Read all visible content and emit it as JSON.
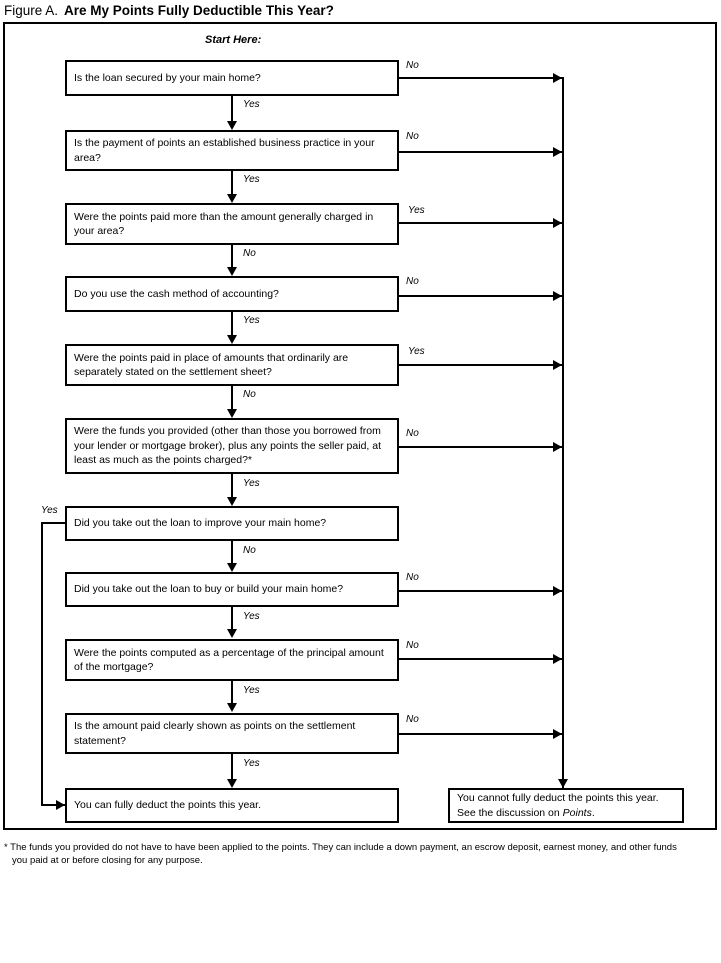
{
  "figure": {
    "label": "Figure A.",
    "title": "Are My Points Fully Deductible This Year?"
  },
  "start_label": "Start Here:",
  "nodes": [
    {
      "id": "q1",
      "text": "Is the loan secured by your main home?"
    },
    {
      "id": "q2",
      "text": "Is the payment of points an established business practice in your area?"
    },
    {
      "id": "q3",
      "text": "Were the points paid more than the amount generally charged in your area?"
    },
    {
      "id": "q4",
      "text": "Do you use the cash method of accounting?"
    },
    {
      "id": "q5",
      "text": "Were the points paid in place of amounts that ordinarily are separately stated on the settlement sheet?"
    },
    {
      "id": "q6",
      "text": "Were the funds you provided (other than those you borrowed from your lender or mortgage broker), plus any points the seller paid, at least as much as the points charged?*"
    },
    {
      "id": "q7",
      "text": "Did you take out the loan to improve your main home?"
    },
    {
      "id": "q8",
      "text": "Did you take out the loan to buy or build your main home?"
    },
    {
      "id": "q9",
      "text": "Were the points computed as a percentage of the principal amount of the mortgage?"
    },
    {
      "id": "q10",
      "text": "Is the amount paid clearly shown as points on the settlement statement?"
    },
    {
      "id": "result_yes",
      "text": "You can fully deduct the points this year."
    },
    {
      "id": "result_no_a",
      "text": "You cannot fully deduct the points this "
    },
    {
      "id": "result_no_b",
      "text": "year. See the discussion on "
    },
    {
      "id": "result_no_italic",
      "text": "Points"
    },
    {
      "id": "result_no_end",
      "text": "."
    }
  ],
  "branch_labels": {
    "q1_down": "Yes",
    "q1_right": "No",
    "q2_down": "Yes",
    "q2_right": "No",
    "q3_down": "No",
    "q3_right": "Yes",
    "q4_down": "Yes",
    "q4_right": "No",
    "q5_down": "No",
    "q5_right": "Yes",
    "q6_down": "Yes",
    "q6_right": "No",
    "q7_down": "No",
    "q7_left": "Yes",
    "q8_down": "Yes",
    "q8_right": "No",
    "q9_down": "Yes",
    "q9_right": "No",
    "q10_down": "Yes",
    "q10_right": "No"
  },
  "footnote": {
    "line1": "* The funds you provided do not have to have been applied to the points. They can include a down payment, an escrow deposit, earnest money, and other funds",
    "line2": "you paid at or before closing for any purpose."
  },
  "colors": {
    "ink": "#000000",
    "paper": "#ffffff"
  }
}
